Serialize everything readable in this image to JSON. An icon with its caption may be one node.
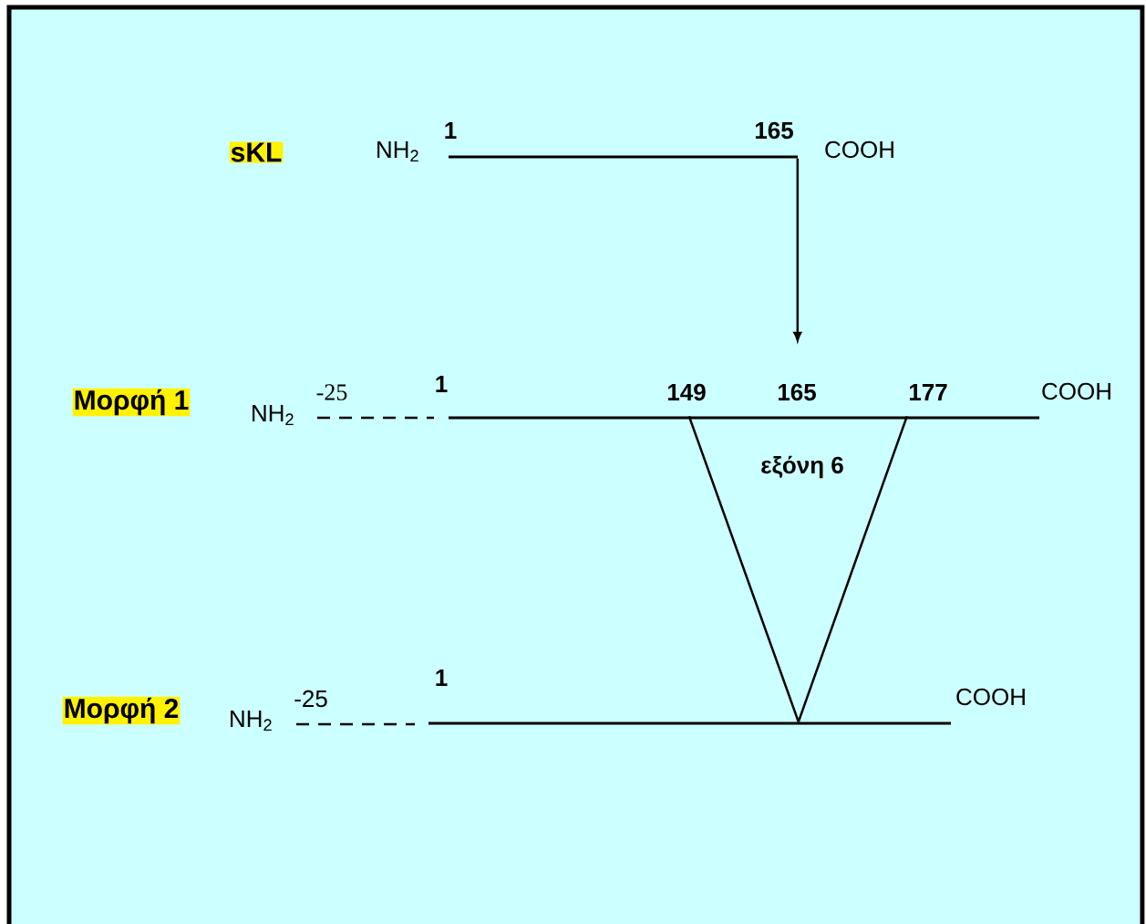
{
  "diagram": {
    "nodes": [
      {
        "text": [
          "sKL"
        ]
      },
      {
        "text": [],
        "shape": "bar"
      },
      {
        "text": [
          "Μορφή 1"
        ]
      },
      {
        "text": [],
        "shape": "bar"
      },
      {
        "text": [
          "Μορφή 2"
        ]
      },
      {
        "text": [],
        "shape": "bar"
      }
    ],
    "edges": [
      {
        "from": 1,
        "to": null,
        "arrow": "to"
      },
      {
        "from": 3,
        "to": 5,
        "arrow": "none"
      },
      {
        "from": 3,
        "to": 5,
        "arrow": "none"
      }
    ],
    "labels": [
      "NH$_{2}$",
      "1",
      "165",
      "COOH",
      "NH$_{2}$",
      "-25",
      "1",
      "149",
      "165",
      "177",
      "COOH",
      "εξόνη 6",
      "NH$_{2}$",
      "-25",
      "1",
      "COOH"
    ]
  }
}
